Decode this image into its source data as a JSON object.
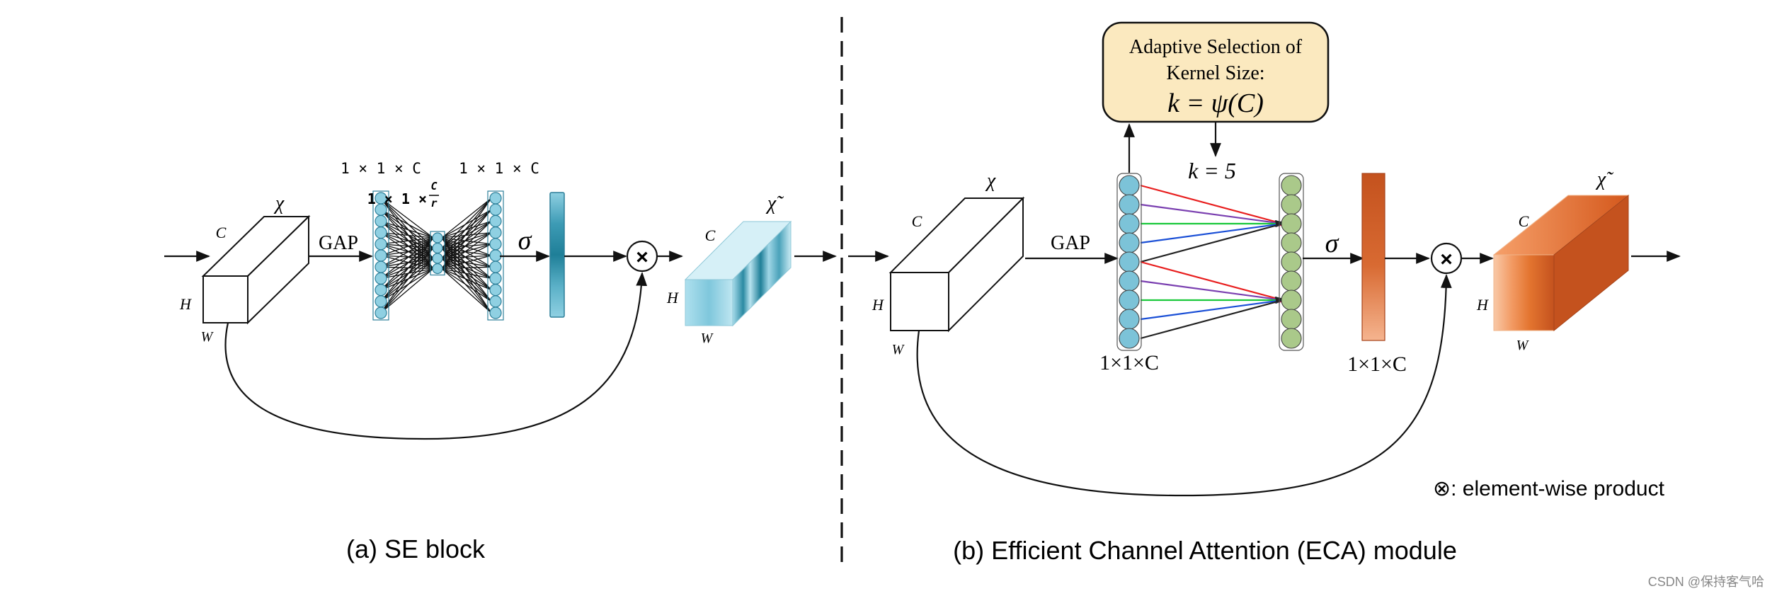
{
  "se_block": {
    "input_symbol": "χ",
    "dim_c": "C",
    "dim_h": "H",
    "dim_w": "W",
    "gap_label": "GAP",
    "fc1_dim": "1 × 1 × C",
    "bottleneck_prefix": "1 × 1 ×",
    "bottleneck_num": "C",
    "bottleneck_den": "r",
    "fc2_dim": "1 × 1 × C",
    "sigma": "σ",
    "product_symbol": "×",
    "output_symbol": "χ̃",
    "caption": "(a) SE block"
  },
  "eca_module": {
    "input_symbol": "χ",
    "dim_c": "C",
    "dim_h": "H",
    "dim_w": "W",
    "gap_label": "GAP",
    "kernel_box_line1": "Adaptive Selection of",
    "kernel_box_line2": "Kernel Size:",
    "kernel_box_formula": "k = ψ(C)",
    "k_value": "k = 5",
    "vector_dim": "1×1×C",
    "sigma": "σ",
    "attention_dim": "1×1×C",
    "product_symbol": "×",
    "output_symbol": "χ̃",
    "legend": "⊗: element-wise product",
    "caption": "(b) Efficient Channel Attention (ECA) module"
  },
  "watermark": "CSDN @保持客气哈",
  "colors": {
    "se_node_fill": "#8fd0e2",
    "se_node_stroke": "#2d7f99",
    "se_output_dark": "#1f7f98",
    "se_output_light": "#aee0ee",
    "eca_node_blue": "#7cc3d8",
    "eca_node_green": "#aac98a",
    "eca_attention": "#c4521e",
    "eca_output_dark": "#d4581c",
    "eca_output_light": "#f9c9a8",
    "kernel_box_fill": "#fbe9bf",
    "line_red": "#e81e1e",
    "line_purple": "#7a3fb0",
    "line_green": "#19c83a",
    "line_blue": "#1a4fd6",
    "line_black": "#222222"
  }
}
